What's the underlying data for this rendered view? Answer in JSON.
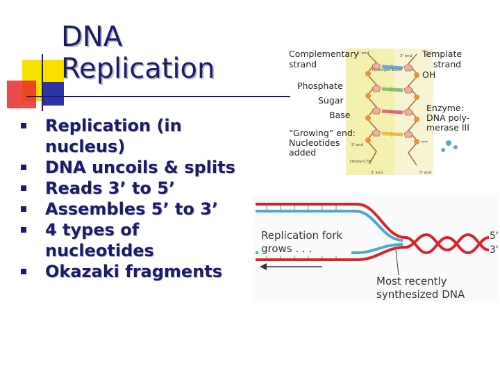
{
  "slide": {
    "title_line1": "DNA",
    "title_line2": "Replication",
    "bullets": [
      "Replication (in nucleus)",
      "DNA uncoils & splits",
      "Reads 3’ to 5’",
      "Assembles 5’ to 3’",
      "4 types of nucleotides",
      "Okazaki fragments"
    ]
  },
  "figure1": {
    "complementary": "Complementary strand",
    "template": "Template strand",
    "oh": "OH",
    "phosphate": "Phosphate",
    "sugar": "Sugar",
    "base": "Base",
    "enzyme": "Enzyme: DNA polymerase III",
    "growing": "“Growing” end: Nucleotides added",
    "five_end": "5' end",
    "three_end": "3' end",
    "hydrogen_bond": "Hydrogen bond",
    "deoxy_ctp": "Deoxy-CTP"
  },
  "figure2": {
    "fork_label": "Replication fork grows . . .",
    "recent_label": "Most recently synthesized DNA",
    "five_prime": "5'",
    "three_prime": "3'"
  },
  "colors": {
    "title": "#1a1a6e",
    "yellow": "#f8e000",
    "red": "#e82a2a",
    "blue": "#2b35a8",
    "helix": "#d8232a"
  }
}
